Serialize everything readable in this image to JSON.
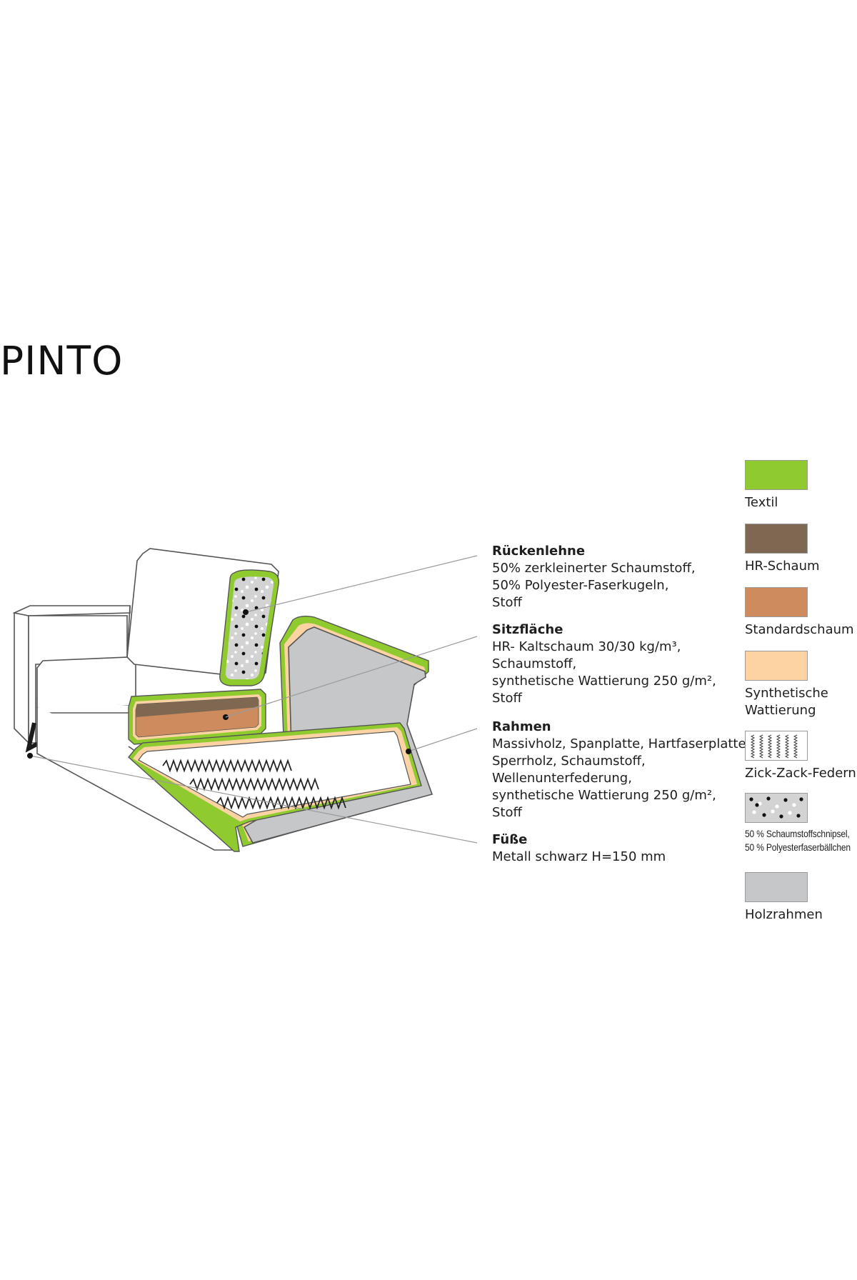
{
  "title": "PINTO",
  "callouts": [
    {
      "id": "backrest",
      "heading": "Rückenlehne",
      "lines": [
        "50% zerkleinerter Schaumstoff,",
        "50% Polyester-Faserkugeln,",
        "Stoff"
      ]
    },
    {
      "id": "seat",
      "heading": "Sitzfläche",
      "lines": [
        "HR- Kaltschaum 30/30 kg/m³,",
        "Schaumstoff,",
        "synthetische Wattierung 250 g/m²,",
        "Stoff"
      ]
    },
    {
      "id": "frame",
      "heading": "Rahmen",
      "lines": [
        "Massivholz, Spanplatte, Hartfaserplatte,",
        "Sperrholz, Schaumstoff,",
        "Wellenunterfederung,",
        "synthetische Wattierung 250 g/m²,",
        "Stoff"
      ]
    },
    {
      "id": "feet",
      "heading": "Füße",
      "lines": [
        "Metall schwarz H=150 mm"
      ]
    }
  ],
  "legend": [
    {
      "id": "textil",
      "lines": [
        "Textil"
      ],
      "color": "#8fca2f",
      "pattern": "solid"
    },
    {
      "id": "hr-schaum",
      "lines": [
        "HR-Schaum"
      ],
      "color": "#7f6852",
      "pattern": "solid"
    },
    {
      "id": "standardschaum",
      "lines": [
        "Standardschaum"
      ],
      "color": "#cd8b5e",
      "pattern": "solid"
    },
    {
      "id": "synthetische-wattierung",
      "lines": [
        "Synthetische",
        "Wattierung"
      ],
      "color": "#fdd3a3",
      "pattern": "solid"
    },
    {
      "id": "zick-zack-federn",
      "lines": [
        "Zick-Zack-Federn"
      ],
      "color": "#ffffff",
      "pattern": "springs"
    },
    {
      "id": "schnipsel",
      "lines": [
        "50 % Schaumstoffschnipsel,",
        "50 % Polyesterfaserbällchen"
      ],
      "color": "#d3d3d3",
      "pattern": "dots"
    },
    {
      "id": "holzrahmen",
      "lines": [
        "Holzrahmen"
      ],
      "color": "#c6c7c9",
      "pattern": "solid"
    }
  ],
  "colors": {
    "outline": "#555555",
    "frame_grey": "#c6c7c9",
    "textile_green": "#8fca2f",
    "hr_foam": "#7f6852",
    "standard_foam": "#cd8b5e",
    "wadding": "#fdd3a3",
    "leader": "#9a9a9a"
  }
}
